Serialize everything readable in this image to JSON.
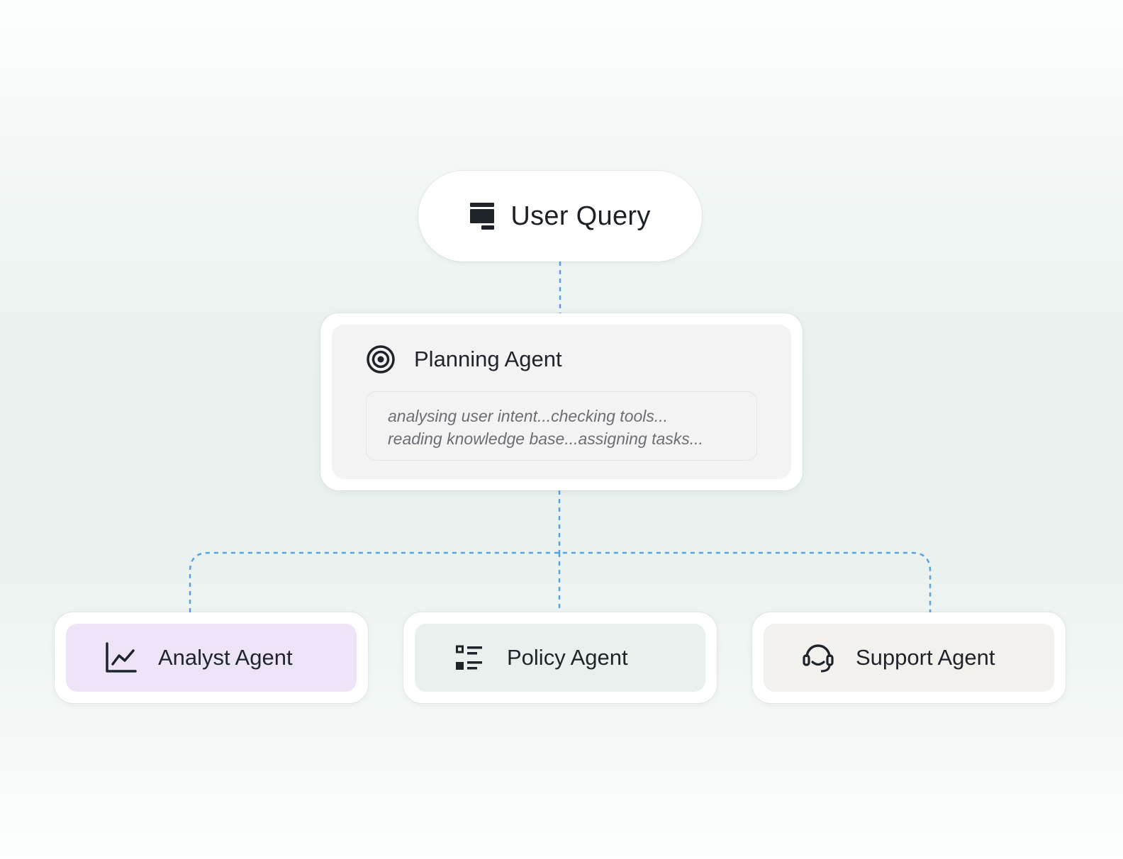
{
  "colors": {
    "connector": "#5aa0e6",
    "analyst_bg": "#ede5f7",
    "policy_bg": "#e9f1ee",
    "support_bg": "#f2f1ee"
  },
  "user_query": {
    "label": "User Query",
    "icon": "window-icon"
  },
  "planning_agent": {
    "label": "Planning Agent",
    "icon": "target-icon",
    "status_lines": [
      "analysing user intent...checking tools...",
      "reading knowledge base...assigning tasks..."
    ]
  },
  "agents": [
    {
      "label": "Analyst Agent",
      "icon": "line-chart-icon"
    },
    {
      "label": "Policy Agent",
      "icon": "list-icon"
    },
    {
      "label": "Support Agent",
      "icon": "headset-icon"
    }
  ]
}
